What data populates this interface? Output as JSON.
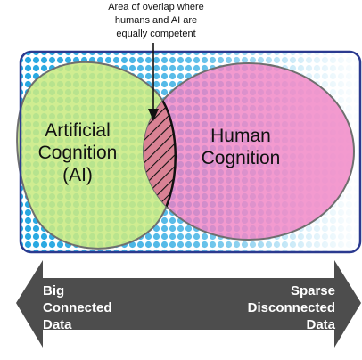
{
  "annotation": {
    "lines": [
      "Area of overlap where",
      "humans and AI are",
      "equally competent"
    ]
  },
  "venn": {
    "ai_label_lines": [
      "Artificial",
      "Cognition",
      "(AI)"
    ],
    "human_label_lines": [
      "Human",
      "Cognition"
    ],
    "ai_color": "#c9ea82",
    "human_color": "#f07ec2",
    "overlap_fill": "#d98294",
    "frame_border": "#2b3a8f",
    "halftone_color": "#1ea4e0"
  },
  "axis_arrow": {
    "left_label_lines": [
      "Big",
      "Connected",
      "Data"
    ],
    "right_label_lines": [
      "Sparse",
      "Disconnected",
      "Data"
    ],
    "color": "#4d4d4d"
  }
}
